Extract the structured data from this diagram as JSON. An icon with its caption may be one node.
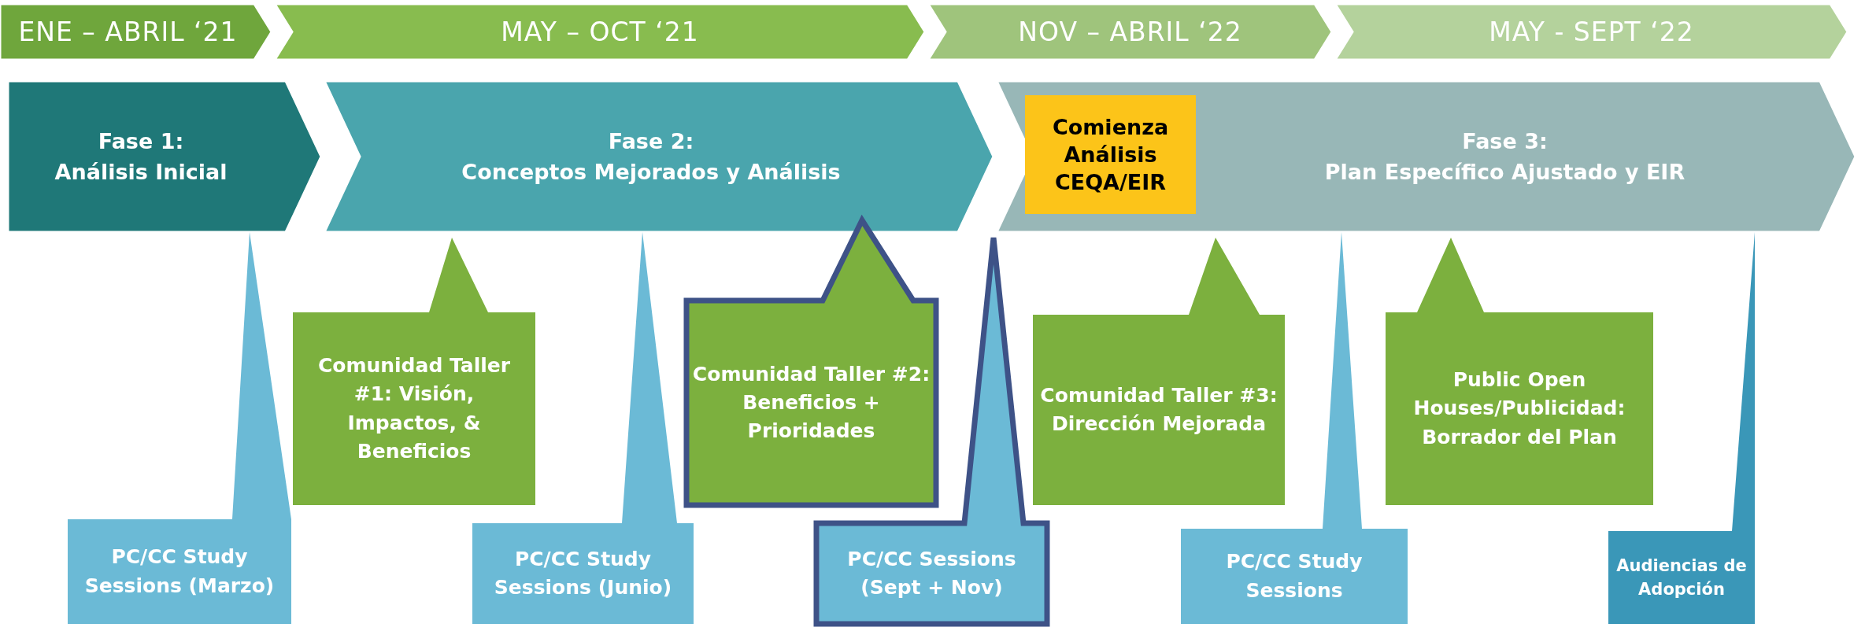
{
  "diagram": {
    "nodes": [
      {
        "text": [
          "ENE – ABRIL ‘21"
        ]
      },
      {
        "text": [
          "MAY – OCT ‘21"
        ]
      },
      {
        "text": [
          "NOV – ABRIL ‘22"
        ]
      },
      {
        "text": [
          "MAY - SEPT ‘22"
        ]
      },
      {
        "text": [
          "Fase 1:",
          "Análisis Inicial"
        ]
      },
      {
        "text": [
          "Fase 2:",
          "Conceptos Mejorados y Análisis"
        ]
      },
      {
        "text": [
          "Fase 3:",
          "Plan Específico Ajustado y EIR"
        ]
      },
      {
        "text": [
          "Comienza Análisis CEQA/EIR"
        ],
        "in": 6
      },
      {
        "text": [
          "Comunidad Taller #1: Visión, Impactos, & Beneficios"
        ]
      },
      {
        "text": [
          "Comunidad Taller #2: Beneficios + Prioridades"
        ]
      },
      {
        "text": [
          "Comunidad Taller #3: Dirección Mejorada"
        ]
      },
      {
        "text": [
          "Public Open Houses/Publicidad: Borrador del Plan"
        ]
      },
      {
        "text": [
          "PC/CC Study Sessions (Marzo)"
        ]
      },
      {
        "text": [
          "PC/CC Study Sessions (Junio)"
        ]
      },
      {
        "text": [
          "PC/CC Sessions (Sept + Nov)"
        ]
      },
      {
        "text": [
          "PC/CC Study Sessions"
        ]
      },
      {
        "text": [
          "Audiencias de Adopción"
        ]
      }
    ],
    "edges": []
  }
}
